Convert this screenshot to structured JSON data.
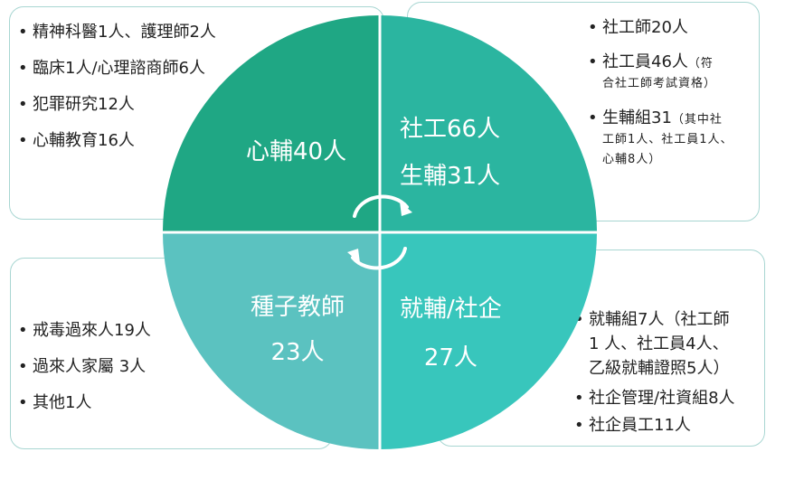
{
  "colors": {
    "q1": "#1fa784",
    "q2": "#2bb5a0",
    "q3": "#5bc2c0",
    "q4": "#38c6bc",
    "box_border": "#a8d6d2",
    "arrow": "#ffffff"
  },
  "quadrants": {
    "top_left": {
      "line1": "心輔40人"
    },
    "top_right": {
      "line1": "社工66人",
      "line2": "生輔31人"
    },
    "bottom_left": {
      "line1": "種子教師",
      "line2": "23人"
    },
    "bottom_right": {
      "line1": "就輔/社企",
      "line2": "27人"
    }
  },
  "boxes": {
    "top_left": {
      "items": [
        "精神科醫1人、護理師2人",
        "臨床1人/心理諮商師6人",
        "犯罪研究12人",
        "心輔教育16人"
      ]
    },
    "top_right": {
      "item1": "社工師20人",
      "item2_main": "社工員46人",
      "item2_small_a": "（符",
      "item2_small_b": "合社工師考試資格）",
      "item3_main": "生輔組31",
      "item3_small_a": "（其中社",
      "item3_small_b": "工師1人、社工員1人、",
      "item3_small_c": "心輔8人）"
    },
    "bottom_left": {
      "items": [
        "戒毒過來人19人",
        "過來人家屬 3人",
        "其他1人"
      ]
    },
    "bottom_right": {
      "item1_a": "就輔組7人（社工師",
      "item1_b": "1 人、社工員4人、",
      "item1_c": "乙級就輔證照5人）",
      "item2": "社企管理/社資組8人",
      "item3": "社企員工11人"
    }
  }
}
